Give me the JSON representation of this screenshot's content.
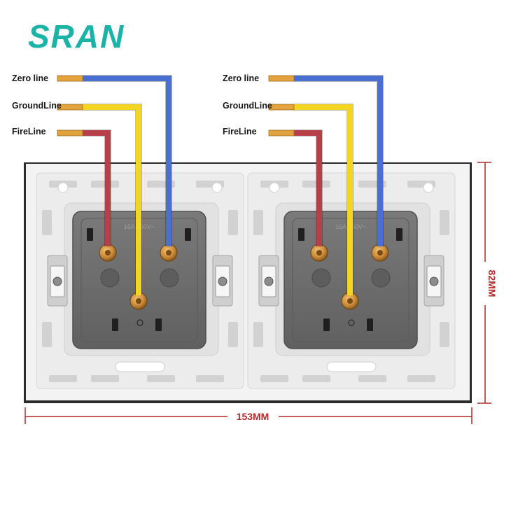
{
  "brand": {
    "logo_text": "SRAN",
    "color": "#1bb3a8"
  },
  "wires": {
    "zero_line_label": "Zero line",
    "ground_line_label": "GroundLine",
    "fire_line_label": "FireLine"
  },
  "dimensions": {
    "width_label": "153MM",
    "height_label": "82MM"
  },
  "socket_rating_text": "16A 250V~",
  "colors": {
    "zero_line": "#4a6fd0",
    "ground_line": "#f4d51f",
    "fire_line": "#b5404a",
    "copper": "#c98a38",
    "dimension": "#b22a2a",
    "frame_plastic": "#ececec",
    "socket_body": "#6e6e6e"
  }
}
